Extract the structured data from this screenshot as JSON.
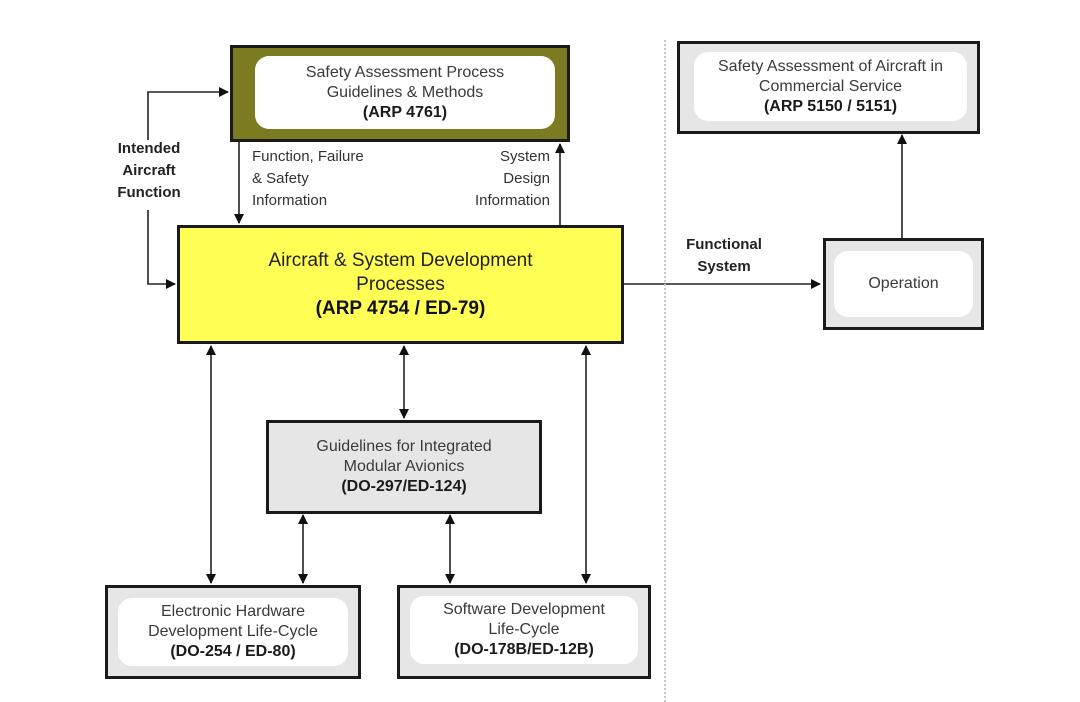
{
  "diagram": {
    "type": "process-flow",
    "boxes": {
      "safety_assessment_process": {
        "line1": "Safety Assessment Process",
        "line2": "Guidelines & Methods",
        "standard": "(ARP 4761)",
        "fill": "#7d7b22"
      },
      "safety_assessment_commercial": {
        "line1": "Safety Assessment of Aircraft in",
        "line2": "Commercial Service",
        "standard": "(ARP 5150 / 5151)"
      },
      "aircraft_system_development": {
        "line1": "Aircraft & System Development",
        "line2": "Processes",
        "standard": "(ARP 4754 / ED-79)",
        "fill": "#ffff55"
      },
      "operation": {
        "line1": "Operation"
      },
      "integrated_modular_avionics": {
        "line1": "Guidelines for Integrated",
        "line2": "Modular Avionics",
        "standard": "(DO-297/ED-124)"
      },
      "electronic_hardware": {
        "line1": "Electronic Hardware",
        "line2": "Development Life-Cycle",
        "standard": "(DO-254 / ED-80)"
      },
      "software_development": {
        "line1": "Software Development",
        "line2": "Life-Cycle",
        "standard": "(DO-178B/ED-12B)"
      }
    },
    "labels": {
      "intended_aircraft_function": [
        "Intended",
        "Aircraft",
        "Function"
      ],
      "function_failure_safety": [
        "Function, Failure",
        "& Safety",
        "Information"
      ],
      "system_design_information": [
        "System",
        "Design",
        "Information"
      ],
      "functional_system": [
        "Functional",
        "System"
      ]
    },
    "connections": [
      {
        "from": "Intended Aircraft Function",
        "to": "Safety Assessment Process Guidelines & Methods"
      },
      {
        "from": "Intended Aircraft Function",
        "to": "Aircraft & System Development Processes"
      },
      {
        "from": "Safety Assessment Process Guidelines & Methods",
        "to": "Aircraft & System Development Processes",
        "label": "Function, Failure & Safety Information"
      },
      {
        "from": "Aircraft & System Development Processes",
        "to": "Safety Assessment Process Guidelines & Methods",
        "label": "System Design Information"
      },
      {
        "from": "Aircraft & System Development Processes",
        "to": "Operation",
        "label": "Functional System"
      },
      {
        "from": "Operation",
        "to": "Safety Assessment of Aircraft in Commercial Service"
      },
      {
        "from": "Aircraft & System Development Processes",
        "to": "Guidelines for Integrated Modular Avionics",
        "bidirectional": true
      },
      {
        "from": "Aircraft & System Development Processes",
        "to": "Electronic Hardware Development Life-Cycle",
        "bidirectional": true
      },
      {
        "from": "Aircraft & System Development Processes",
        "to": "Software Development Life-Cycle",
        "bidirectional": true
      },
      {
        "from": "Guidelines for Integrated Modular Avionics",
        "to": "Electronic Hardware Development Life-Cycle",
        "bidirectional": true
      },
      {
        "from": "Guidelines for Integrated Modular Avionics",
        "to": "Software Development Life-Cycle",
        "bidirectional": true
      }
    ]
  }
}
